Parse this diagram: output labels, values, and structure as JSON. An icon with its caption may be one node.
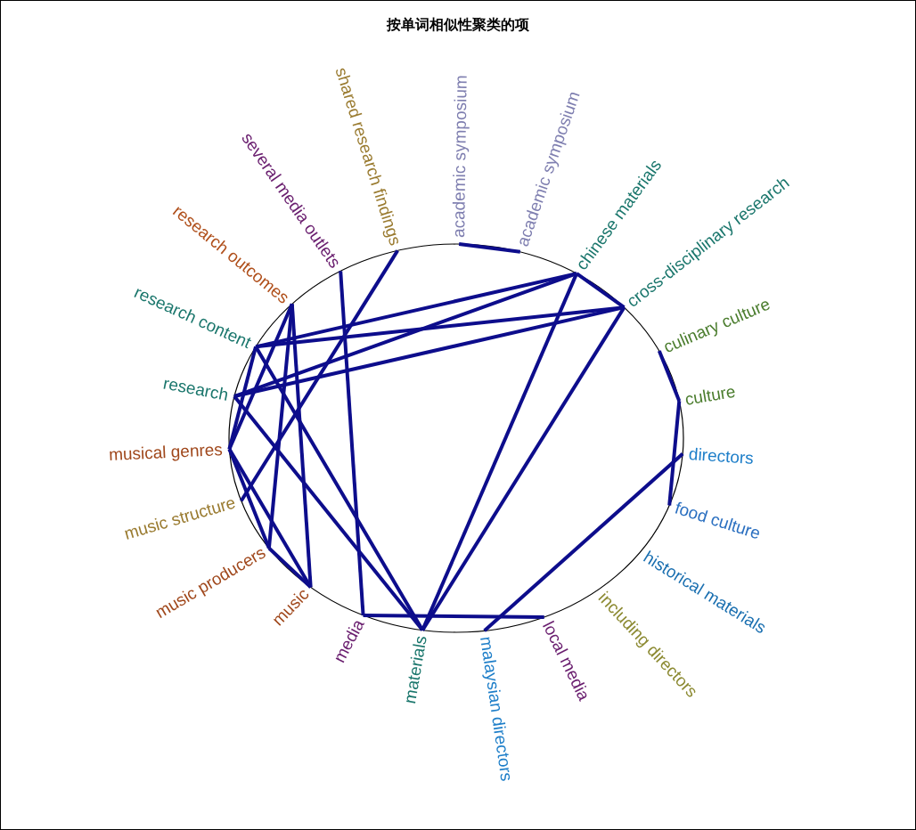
{
  "diagram": {
    "title": "按单词相似性聚类的项",
    "nodes": [
      {
        "text": [
          "academic symposium"
        ]
      },
      {
        "text": [
          "academic symposium"
        ]
      },
      {
        "text": [
          "chinese materials"
        ]
      },
      {
        "text": [
          "cross-disciplinary research"
        ]
      },
      {
        "text": [
          "culinary culture"
        ]
      },
      {
        "text": [
          "culture"
        ]
      },
      {
        "text": [
          "directors"
        ]
      },
      {
        "text": [
          "food culture"
        ]
      },
      {
        "text": [
          "historical materials"
        ]
      },
      {
        "text": [
          "including directors"
        ]
      },
      {
        "text": [
          "local media"
        ]
      },
      {
        "text": [
          "malaysian directors"
        ]
      },
      {
        "text": [
          "materials"
        ]
      },
      {
        "text": [
          "media"
        ]
      },
      {
        "text": [
          "music"
        ]
      },
      {
        "text": [
          "music producers"
        ]
      },
      {
        "text": [
          "music structure"
        ]
      },
      {
        "text": [
          "musical genres"
        ]
      },
      {
        "text": [
          "research"
        ]
      },
      {
        "text": [
          "research content"
        ]
      },
      {
        "text": [
          "research outcomes"
        ]
      },
      {
        "text": [
          "several media outlets"
        ]
      },
      {
        "text": [
          "shared research findings"
        ]
      }
    ],
    "edges": [
      {
        "from": 0,
        "to": 1,
        "arrow": "none"
      },
      {
        "from": 2,
        "to": 3,
        "arrow": "none"
      },
      {
        "from": 4,
        "to": 5,
        "arrow": "none"
      },
      {
        "from": 5,
        "to": 7,
        "arrow": "none"
      },
      {
        "from": 6,
        "to": 11,
        "arrow": "none"
      },
      {
        "from": 2,
        "to": 12,
        "arrow": "none"
      },
      {
        "from": 3,
        "to": 12,
        "arrow": "none"
      },
      {
        "from": 2,
        "to": 19,
        "arrow": "none"
      },
      {
        "from": 3,
        "to": 19,
        "arrow": "none"
      },
      {
        "from": 2,
        "to": 18,
        "arrow": "none"
      },
      {
        "from": 3,
        "to": 18,
        "arrow": "none"
      },
      {
        "from": 22,
        "to": 16,
        "arrow": "none"
      },
      {
        "from": 21,
        "to": 13,
        "arrow": "none"
      },
      {
        "from": 13,
        "to": 10,
        "arrow": "none"
      },
      {
        "from": 20,
        "to": 14,
        "arrow": "none"
      },
      {
        "from": 20,
        "to": 15,
        "arrow": "none"
      },
      {
        "from": 20,
        "to": 17,
        "arrow": "none"
      },
      {
        "from": 19,
        "to": 12,
        "arrow": "none"
      },
      {
        "from": 18,
        "to": 12,
        "arrow": "none"
      },
      {
        "from": 17,
        "to": 15,
        "arrow": "none"
      },
      {
        "from": 17,
        "to": 14,
        "arrow": "none"
      },
      {
        "from": 19,
        "to": 17,
        "arrow": "none"
      },
      {
        "from": 15,
        "to": 14,
        "arrow": "none"
      }
    ]
  }
}
